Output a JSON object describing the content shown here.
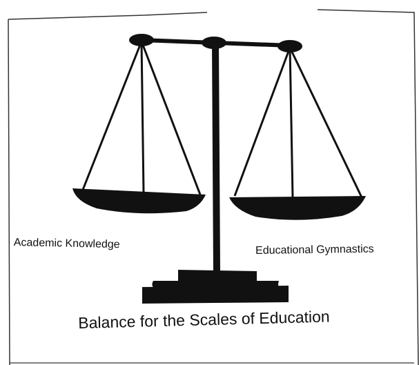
{
  "diagram": {
    "labels": {
      "left_pan": "Academic Knowledge",
      "right_pan": "Educational Gymnastics"
    },
    "caption": "Balance for the Scales of Education"
  },
  "colors": {
    "ink": "#111111",
    "paper": "#ffffff",
    "frame": "#333333"
  },
  "icons": {
    "scale": "balance-scale-icon"
  }
}
